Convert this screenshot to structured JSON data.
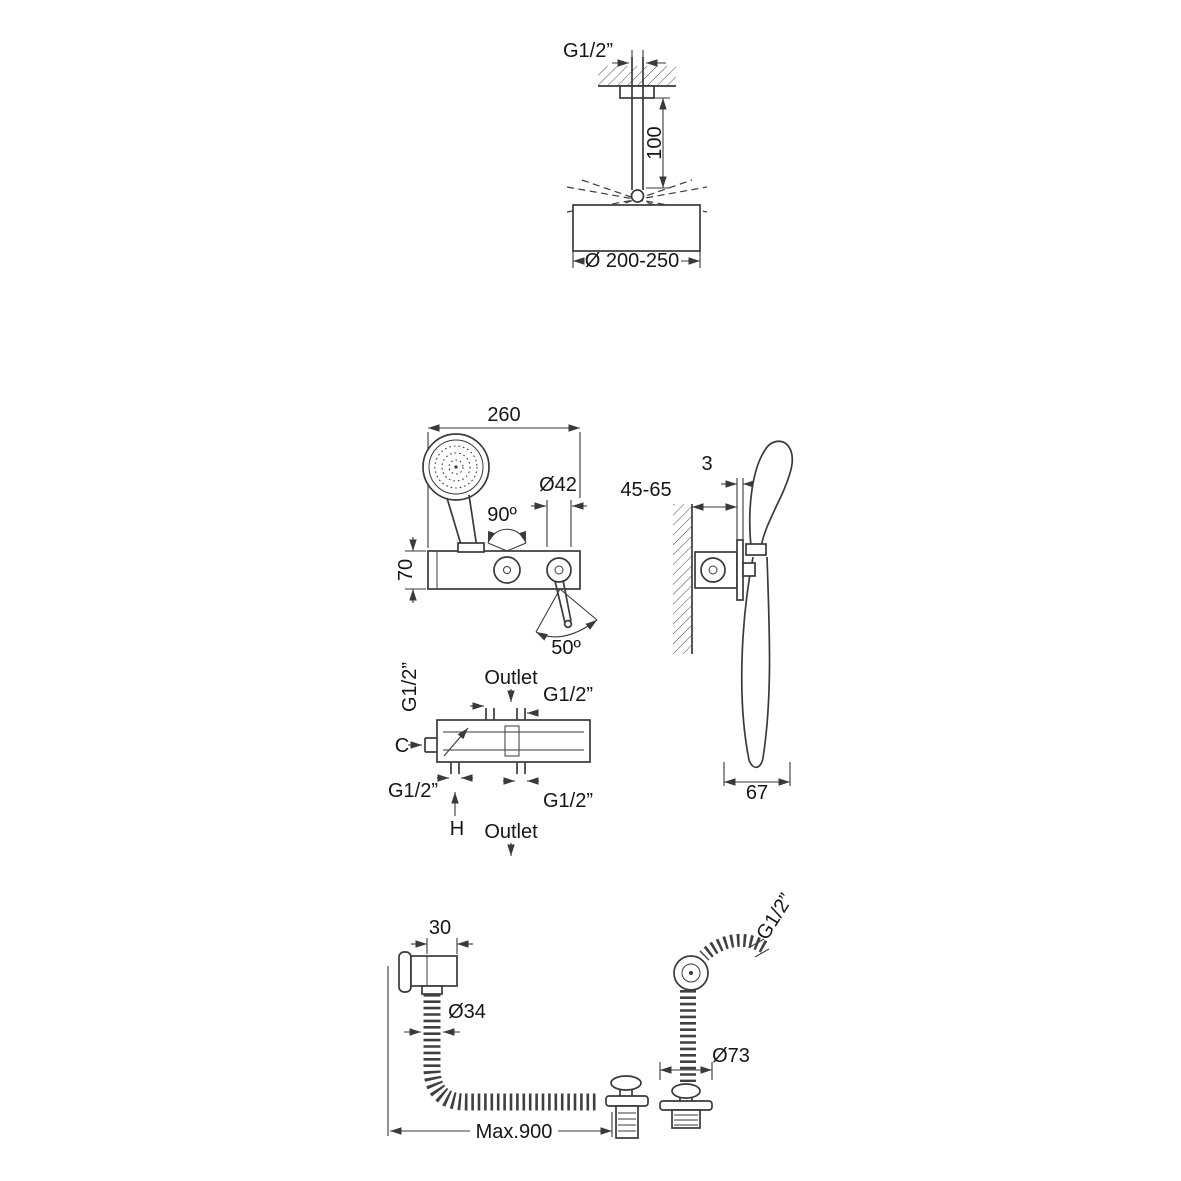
{
  "colors": {
    "background": "#ffffff",
    "line": "#3a3a3a",
    "text": "#161616"
  },
  "figures": {
    "ceiling_shower": {
      "thread": "G1/2”",
      "arm_height": "100",
      "head_diameter": "Ø 200-250"
    },
    "mixer_front": {
      "width": "260",
      "escutcheon_diameter": "Ø42",
      "swivel_angle": "90º",
      "body_height": "70",
      "lever_angle": "50º"
    },
    "mixer_side": {
      "plate_thickness": "3",
      "depth_range": "45-65",
      "projection": "67"
    },
    "valve": {
      "thread_top_left": "G1/2”",
      "outlet_top": "Outlet",
      "thread_top_right": "G1/2”",
      "cold": "C",
      "thread_bottom_left": "G1/2”",
      "hot": "H",
      "thread_bottom_right": "G1/2”",
      "outlet_bottom": "Outlet"
    },
    "bath_waste": {
      "overflow_width": "30",
      "hose_diameter": "Ø34",
      "max_length": "Max.900"
    },
    "bath_filler": {
      "thread": "G1/2”",
      "waste_diameter": "Ø73"
    }
  }
}
